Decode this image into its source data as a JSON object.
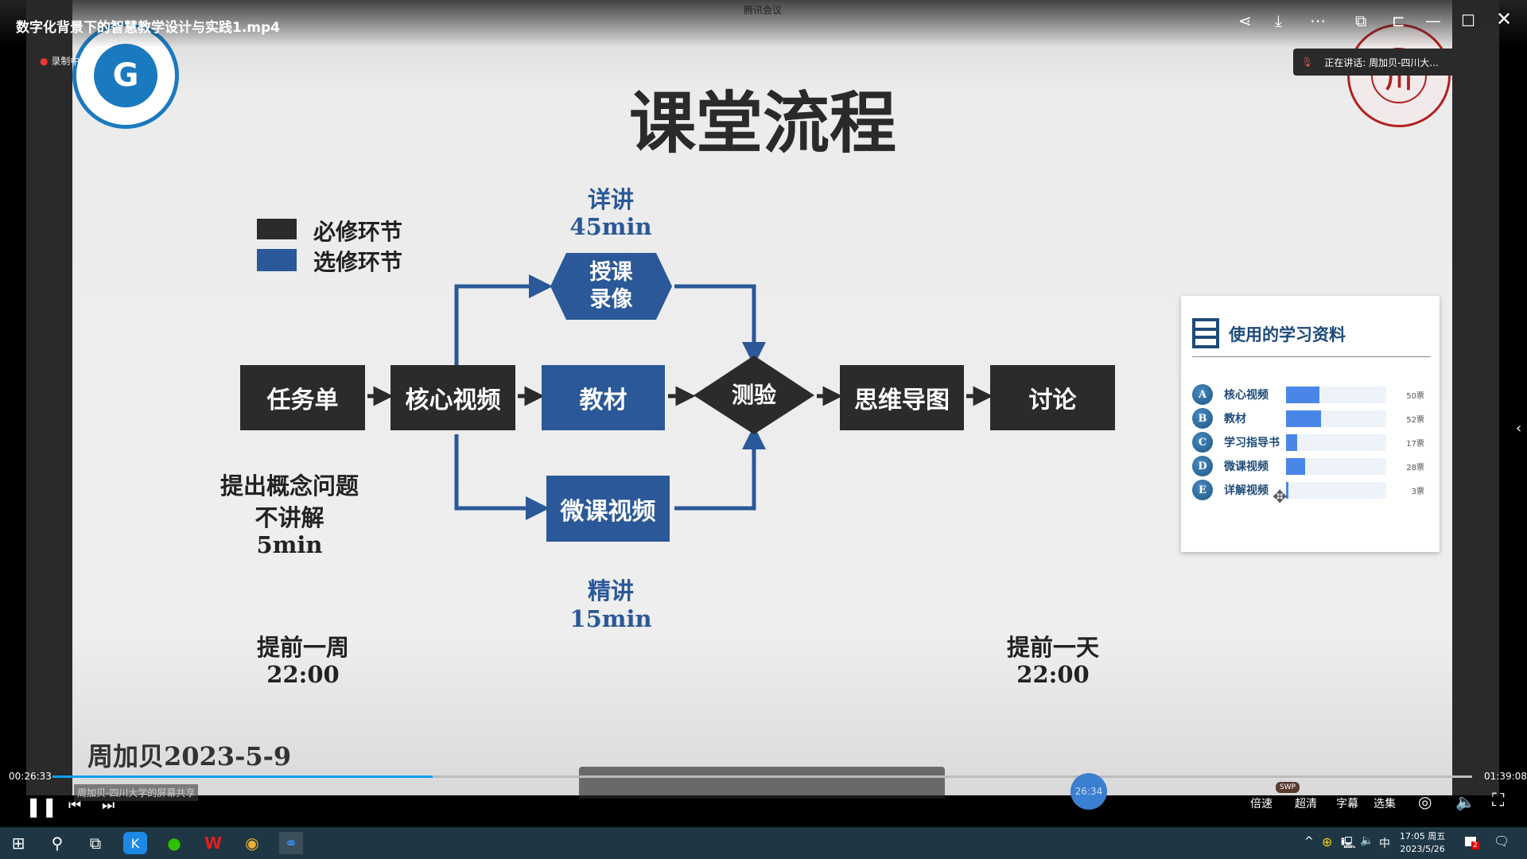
{
  "window": {
    "app_title": "腾讯会议",
    "file_title": "数字化背景下的智慧教学设计与实践1.mp4",
    "recording": "录制中",
    "speaking": "正在讲话: 周加贝-四川大...",
    "share_banner": "周加贝-四川大学的屏幕共享"
  },
  "toolbar": {
    "icons": [
      "share-icon",
      "download-icon",
      "more-icon",
      "pip-icon",
      "pin-icon",
      "minimize-icon",
      "maximize-icon",
      "close-icon"
    ]
  },
  "slide": {
    "title": "课堂流程",
    "legend": [
      {
        "label": "必修环节",
        "color": "#2b2b2b"
      },
      {
        "label": "选修环节",
        "color": "#2a5898"
      }
    ],
    "steps": {
      "task": "任务单",
      "core_video": "核心视频",
      "textbook": "教材",
      "lecture_video": "授课录像",
      "micro_video": "微课视频",
      "quiz": "测验",
      "mindmap": "思维导图",
      "discussion": "讨论"
    },
    "notes": {
      "detail_title": "详讲",
      "detail_time": "45min",
      "fine_title": "精讲",
      "fine_time": "15min",
      "concept_l1": "提出概念问题",
      "concept_l2": "不讲解",
      "concept_time": "5min",
      "week_before": "提前一周",
      "week_time": "22:00",
      "day_before": "提前一天",
      "day_time": "22:00"
    },
    "signature": "周加贝2023-5-9"
  },
  "poll": {
    "title": "使用的学习资料",
    "items": [
      {
        "letter": "A",
        "label": "核心视频",
        "votes": "50票",
        "fraction": 0.333
      },
      {
        "letter": "B",
        "label": "教材",
        "votes": "52票",
        "fraction": 0.347
      },
      {
        "letter": "C",
        "label": "学习指导书",
        "votes": "17票",
        "fraction": 0.113
      },
      {
        "letter": "D",
        "label": "微课视频",
        "votes": "28票",
        "fraction": 0.187
      },
      {
        "letter": "E",
        "label": "详解视频",
        "votes": "3票",
        "fraction": 0.02
      }
    ]
  },
  "player": {
    "current_time": "00:26:33",
    "total_time": "01:39:08",
    "progress": 0.268,
    "hover_time": "26:34",
    "speed": "倍速",
    "quality": "超清",
    "quality_badge": "SWP",
    "subtitles": "字幕",
    "episodes": "选集"
  },
  "taskbar": {
    "time": "17:05 周五",
    "date": "2023/5/26",
    "ime": "中",
    "notifications": "2"
  }
}
